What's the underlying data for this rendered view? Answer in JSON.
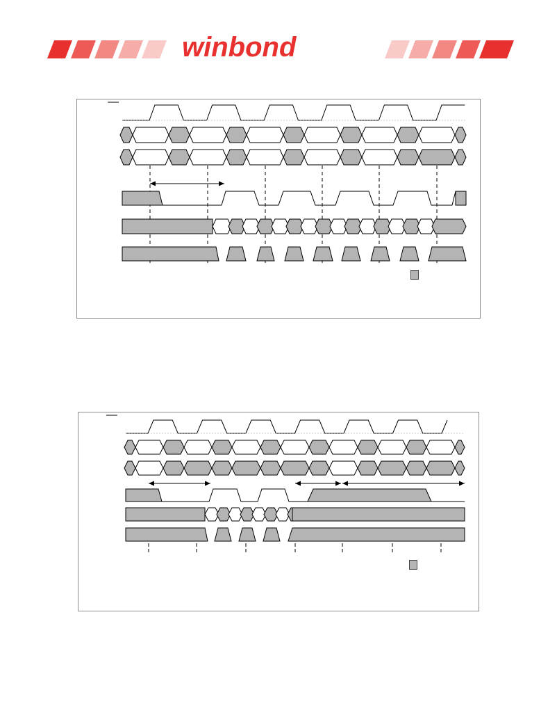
{
  "header": {
    "logo_text": "winbond",
    "brand_color": "#e8302e"
  },
  "figures": [
    {
      "id": "burst-read-timing"
    },
    {
      "id": "burst-write-timing"
    }
  ],
  "colors": {
    "signal_fill": "#b4b4b4",
    "line": "#000000",
    "border": "#8c8c8c",
    "dash": "#000000"
  }
}
